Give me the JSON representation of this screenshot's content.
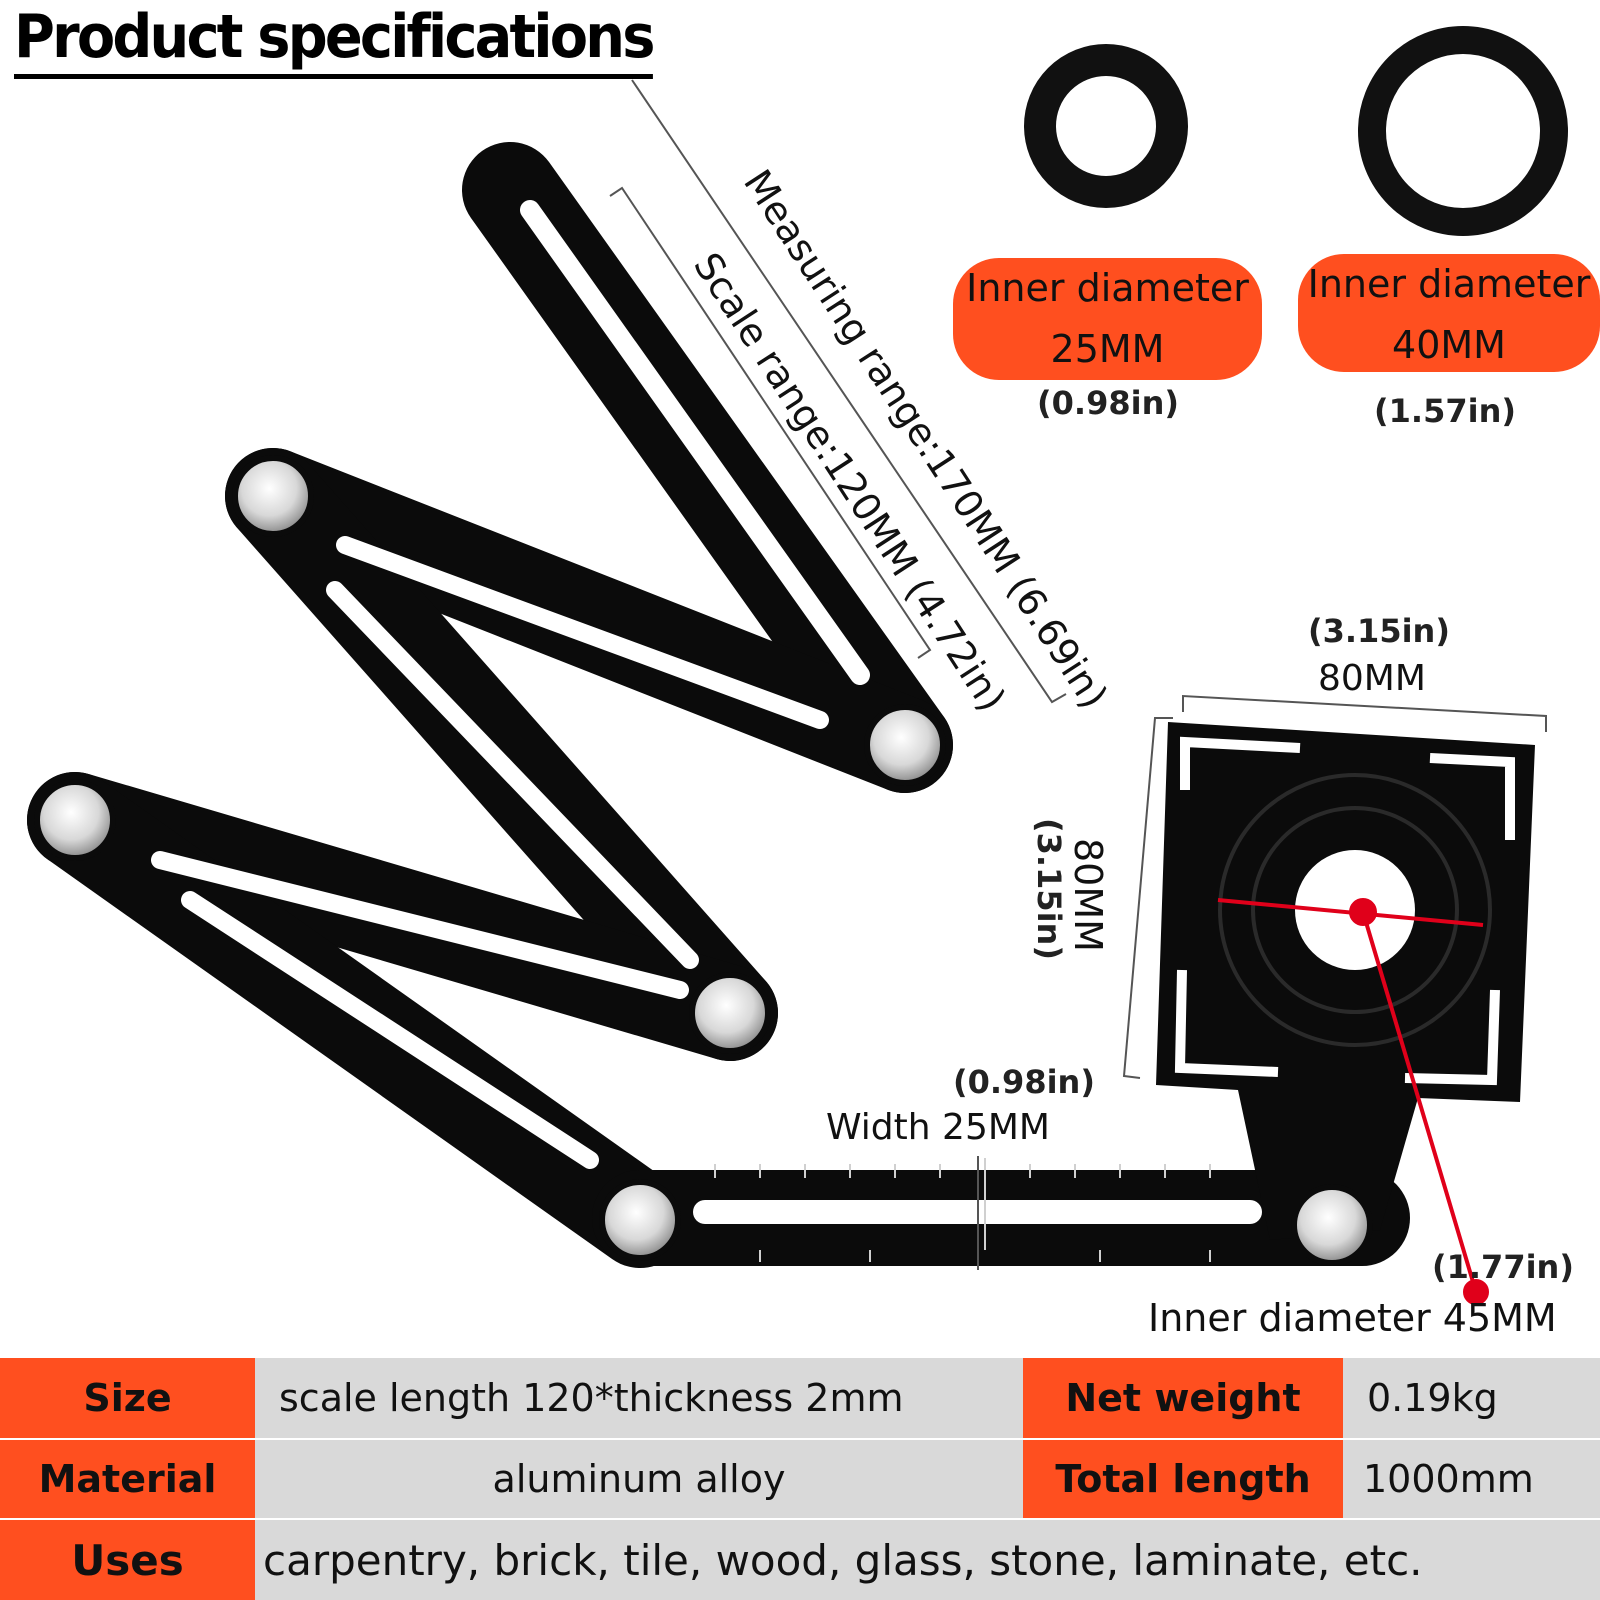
{
  "title": "Product specifications",
  "ring_small": {
    "label": "Inner diameter",
    "value": "25MM",
    "imperial": "(0.98in)"
  },
  "ring_large": {
    "label": "Inner diameter",
    "value": "40MM",
    "imperial": "(1.57in)"
  },
  "measuring_range": "Measuring range:170MM (6.69in)",
  "scale_range": "Scale range:120MM (4.72in)",
  "base_width": {
    "imperial": "(3.15in)",
    "metric": "80MM"
  },
  "base_height": {
    "metric": "80MM",
    "imperial": "(3.15in)"
  },
  "ruler_width": {
    "imperial": "(0.98in)",
    "label": "Width 25MM"
  },
  "hole": {
    "imperial": "(1.77in)",
    "label": "Inner diameter 45MM"
  },
  "colors": {
    "accent": "#ff4f1f",
    "tool": "#0b0b0b",
    "indicator": "#e0001a"
  },
  "specs": {
    "size_label": "Size",
    "size_value": "scale length 120*thickness 2mm",
    "weight_label": "Net weight",
    "weight_value": "0.19kg",
    "material_label": "Material",
    "material_value": "aluminum alloy",
    "length_label": "Total length",
    "length_value": "1000mm",
    "uses_label": "Uses",
    "uses_value": "carpentry, brick, tile, wood, glass, stone, laminate, etc."
  }
}
